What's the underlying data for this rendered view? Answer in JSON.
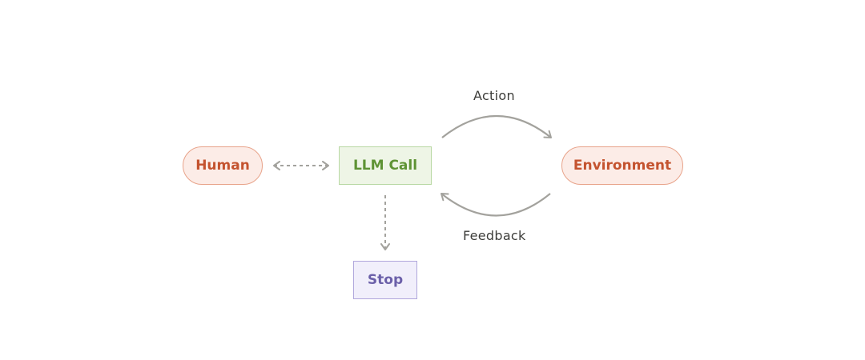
{
  "nodes": {
    "human": "Human",
    "llm_call": "LLM Call",
    "environment": "Environment",
    "stop": "Stop"
  },
  "edges": {
    "action": "Action",
    "feedback": "Feedback"
  },
  "colors": {
    "human_env_fill": "#fcece7",
    "human_env_text": "#c4532f",
    "llm_fill": "#eef5e6",
    "llm_text": "#5e9334",
    "stop_fill": "#f1effb",
    "stop_text": "#6b60a9",
    "arrow": "#a3a29d"
  }
}
